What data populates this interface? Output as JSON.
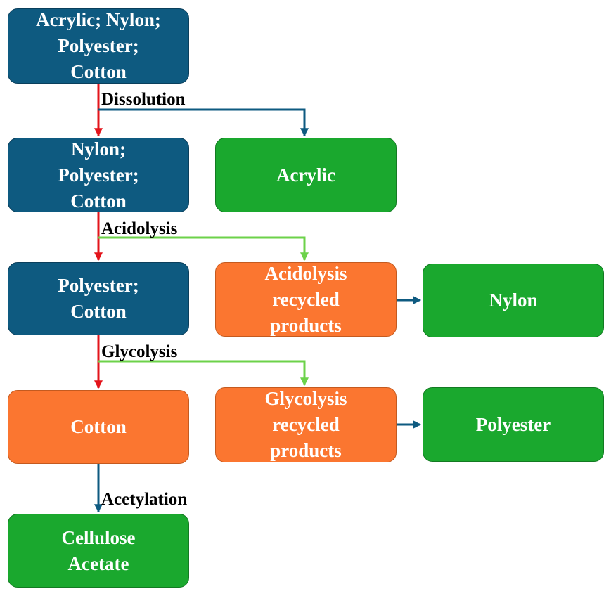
{
  "nodes": {
    "mixed_all": "Acrylic; Nylon;\nPolyester;\nCotton",
    "mixed_npc": "Nylon;\nPolyester;\nCotton",
    "mixed_pc": "Polyester;\nCotton",
    "cotton": "Cotton",
    "cellulose_acetate": "Cellulose\nAcetate",
    "acrylic": "Acrylic",
    "acidolysis_products": "Acidolysis\nrecycled\nproducts",
    "glycolysis_products": "Glycolysis\nrecycled\nproducts",
    "nylon": "Nylon",
    "polyester": "Polyester"
  },
  "edges": {
    "dissolution": "Dissolution",
    "acidolysis": "Acidolysis",
    "glycolysis": "Glycolysis",
    "acetylation": "Acetylation"
  },
  "colors": {
    "blue_node": "#0e5a80",
    "green_node": "#1aa82e",
    "orange_node": "#fb7630",
    "red_arrow": "#e3141b",
    "blue_arrow": "#0e5a80",
    "light_green_arrow": "#6cd24a"
  }
}
